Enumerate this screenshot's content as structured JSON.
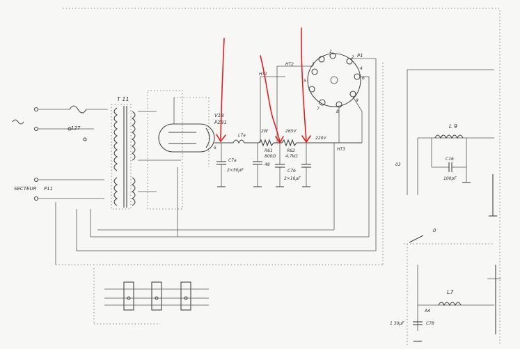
{
  "schematic": {
    "labels": {
      "t11": "T 11",
      "v18": "V18",
      "tube_type": "PZ81",
      "l79": "L7a",
      "c71": "C7a",
      "c71_value": "2×50µF",
      "r61": "R61",
      "r61_value": "800Ω",
      "r62": "R62",
      "r62_value": "4,7kΩ",
      "r61_power": "2W",
      "r62_power": "265V",
      "c7b": "C7b",
      "c7b_value": "2×16µF",
      "v220": "220V",
      "ht1": "HT1",
      "ht2": "HT2",
      "ht3": "HT3",
      "p1": "P1",
      "mains_label": "SECTEUR",
      "fuse_label": "P11",
      "tap_label": "127",
      "l9": "L 9",
      "c16": "C16",
      "c16_value": "100pF",
      "label_03": "03",
      "label_0": "0",
      "l7": "L7",
      "c78_value": "1 30µF",
      "c78": "C78",
      "label_aa": "AA",
      "tube_pin_5": "5",
      "label_48": "48",
      "pin_1": "1",
      "pin_2": "2",
      "pin_3": "3",
      "pin_4": "4",
      "pin_5": "5",
      "pin_6": "6",
      "pin_7": "7",
      "pin_8": "8",
      "pin_9": "9"
    }
  },
  "annotations": {
    "color": "#e02020",
    "arrow_count": 3
  }
}
